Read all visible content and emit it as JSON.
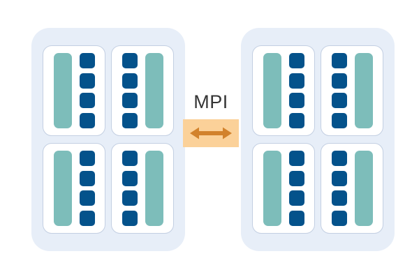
{
  "diagram": {
    "title": "MPI distributed-memory node diagram",
    "link": {
      "label": "MPI",
      "arrow_icon": "double-headed-arrow-icon",
      "arrow_box_color": "#fbd199",
      "arrow_color": "#d2822c",
      "label_color": "#353535"
    },
    "colors": {
      "node_background": "#e7eef8",
      "card_background": "#ffffff",
      "card_border": "#c3cfe2",
      "memory_bar": "#7dbdba",
      "core": "#04528b",
      "page_background": "#ffffff"
    },
    "nodes": [
      {
        "name": "node-left",
        "cards": [
          {
            "name": "card-top-left",
            "layout": "memory-left",
            "memory_bars": 1,
            "cores": 4
          },
          {
            "name": "card-top-right",
            "layout": "memory-right",
            "memory_bars": 1,
            "cores": 4
          },
          {
            "name": "card-bottom-left",
            "layout": "memory-left",
            "memory_bars": 1,
            "cores": 4
          },
          {
            "name": "card-bottom-right",
            "layout": "memory-right",
            "memory_bars": 1,
            "cores": 4
          }
        ]
      },
      {
        "name": "node-right",
        "cards": [
          {
            "name": "card-top-left",
            "layout": "memory-left",
            "memory_bars": 1,
            "cores": 4
          },
          {
            "name": "card-top-right",
            "layout": "memory-right",
            "memory_bars": 1,
            "cores": 4
          },
          {
            "name": "card-bottom-left",
            "layout": "memory-left",
            "memory_bars": 1,
            "cores": 4
          },
          {
            "name": "card-bottom-right",
            "layout": "memory-right",
            "memory_bars": 1,
            "cores": 4
          }
        ]
      }
    ]
  }
}
